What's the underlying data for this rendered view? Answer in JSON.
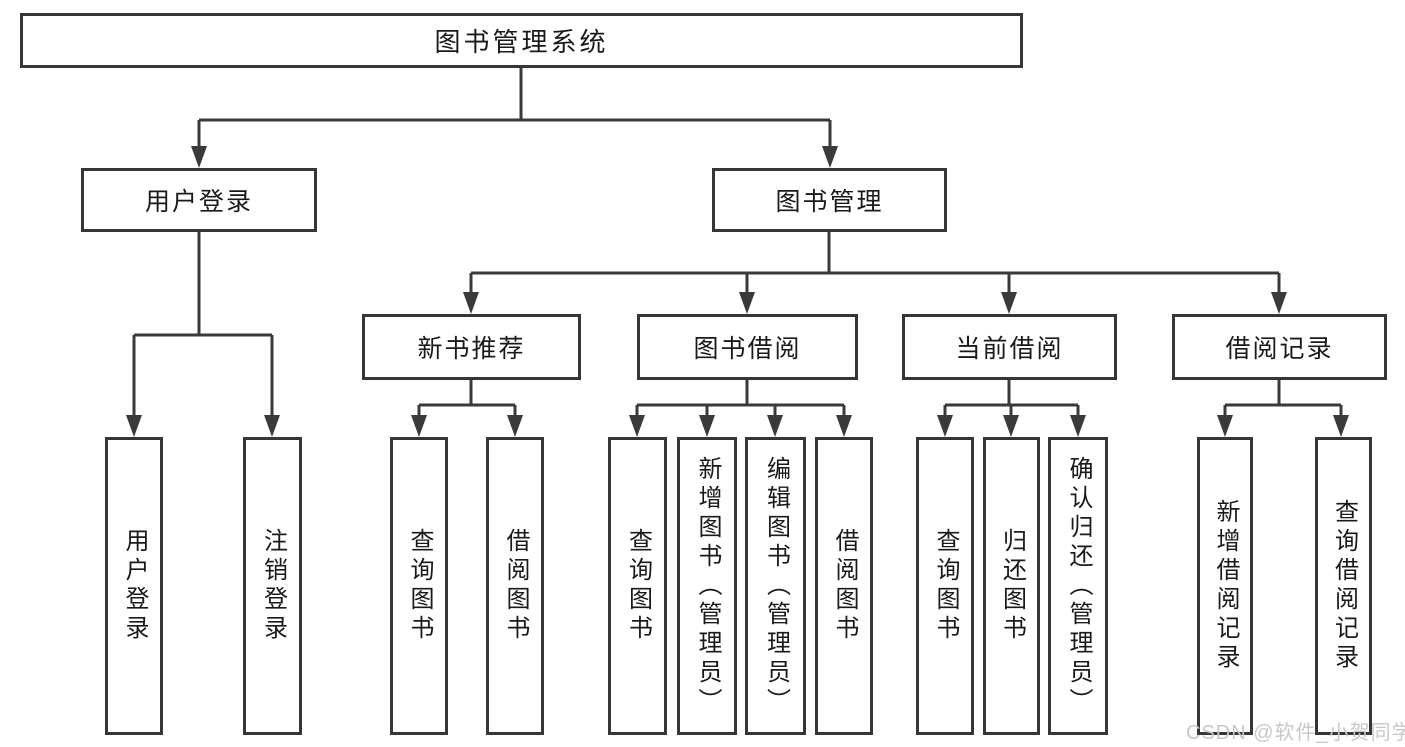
{
  "tree": {
    "label": "图书管理系统",
    "children": [
      {
        "label": "用户登录",
        "children": [
          {
            "label": "用户登录"
          },
          {
            "label": "注销登录"
          }
        ]
      },
      {
        "label": "图书管理",
        "children": [
          {
            "label": "新书推荐",
            "children": [
              {
                "label": "查询图书"
              },
              {
                "label": "借阅图书"
              }
            ]
          },
          {
            "label": "图书借阅",
            "children": [
              {
                "label": "查询图书"
              },
              {
                "label": "新增图书（管理员）"
              },
              {
                "label": "编辑图书（管理员）"
              },
              {
                "label": "借阅图书"
              }
            ]
          },
          {
            "label": "当前借阅",
            "children": [
              {
                "label": "查询图书"
              },
              {
                "label": "归还图书"
              },
              {
                "label": "确认归还（管理员）"
              }
            ]
          },
          {
            "label": "借阅记录",
            "children": [
              {
                "label": "新增借阅记录"
              },
              {
                "label": "查询借阅记录"
              }
            ]
          }
        ]
      }
    ]
  },
  "watermark": {
    "text": "CSDN @软件_小贺同学"
  },
  "colors": {
    "line": "#3a3a3a",
    "border": "#363636",
    "text": "#1a1a1a",
    "watermark": "#c8c8c8"
  }
}
